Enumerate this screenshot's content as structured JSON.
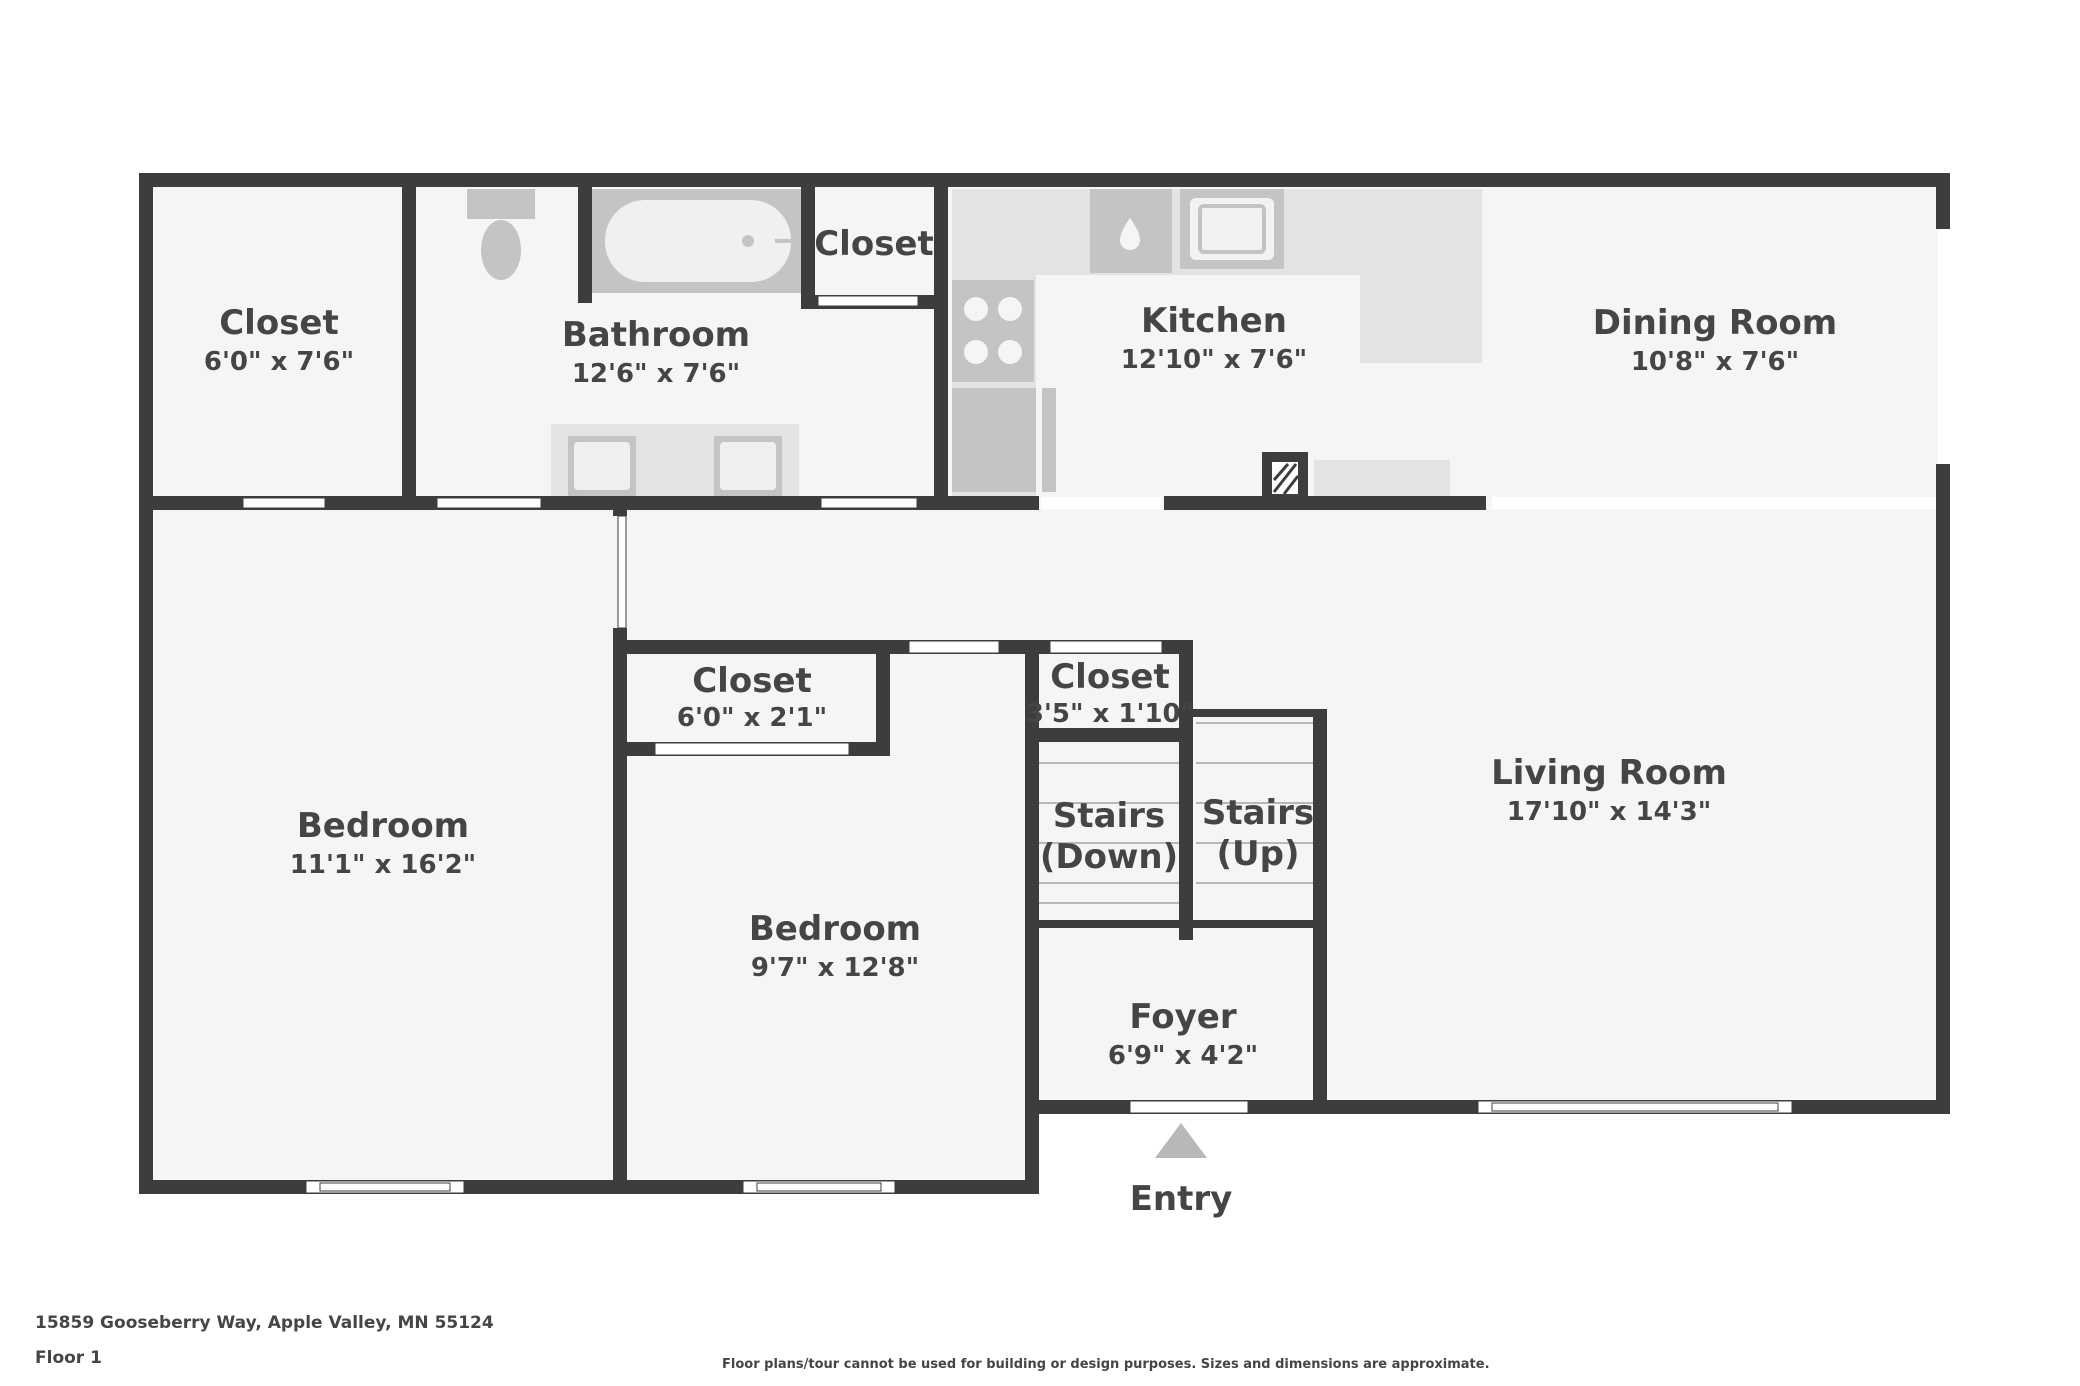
{
  "rooms": {
    "closet_1": {
      "name": "Closet",
      "dims": "6'0\" x 7'6\""
    },
    "bathroom": {
      "name": "Bathroom",
      "dims": "12'6\" x 7'6\""
    },
    "closet_2": {
      "name": "Closet",
      "dims": ""
    },
    "kitchen": {
      "name": "Kitchen",
      "dims": "12'10\" x 7'6\""
    },
    "dining": {
      "name": "Dining Room",
      "dims": "10'8\" x 7'6\""
    },
    "bedroom_1": {
      "name": "Bedroom",
      "dims": "11'1\" x 16'2\""
    },
    "closet_3": {
      "name": "Closet",
      "dims": "6'0\" x 2'1\""
    },
    "bedroom_2": {
      "name": "Bedroom",
      "dims": "9'7\" x 12'8\""
    },
    "closet_4": {
      "name": "Closet",
      "dims": "3'5\" x 1'10\""
    },
    "stairs_down": {
      "name": "Stairs",
      "sub": "(Down)"
    },
    "stairs_up": {
      "name": "Stairs",
      "sub": "(Up)"
    },
    "living": {
      "name": "Living Room",
      "dims": "17'10\" x 14'3\""
    },
    "foyer": {
      "name": "Foyer",
      "dims": "6'9\" x 4'2\""
    }
  },
  "entry_label": "Entry",
  "footer": {
    "address": "15859 Gooseberry Way, Apple Valley, MN 55124",
    "floor": "Floor 1",
    "disclaimer": "Floor plans/tour cannot be used for building or design purposes. Sizes and dimensions are approximate."
  },
  "colors": {
    "wall": "#3d3d3d",
    "floor": "#f5f5f5",
    "fixture": "#c4c4c4",
    "counter": "#e3e3e3",
    "text": "#454545"
  }
}
